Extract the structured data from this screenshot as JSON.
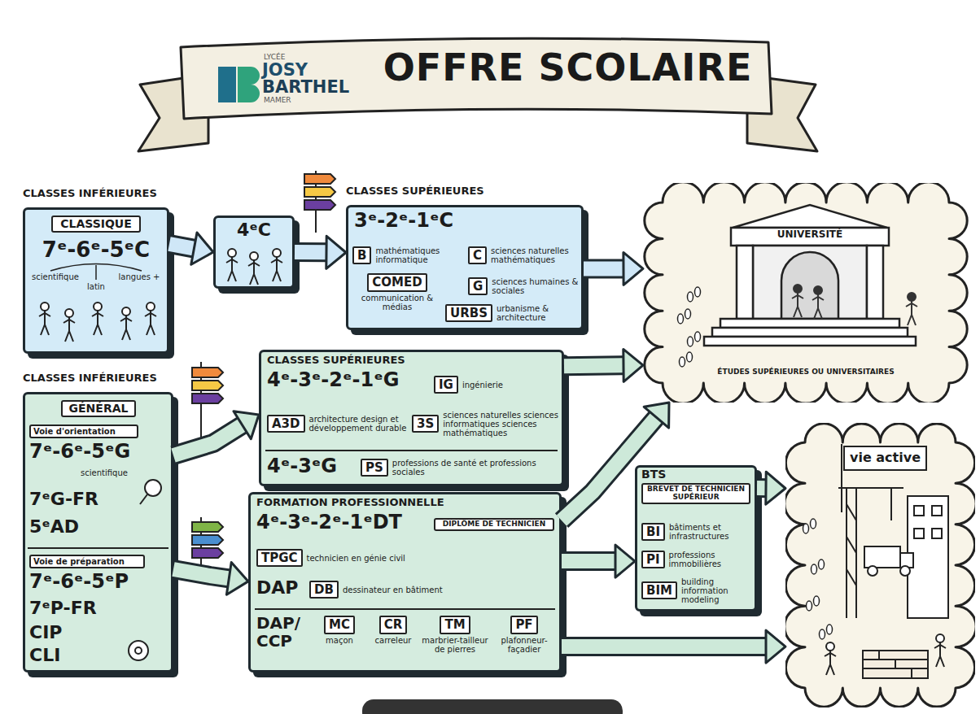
{
  "diagram": {
    "title": "OFFRE SCOLAIRE",
    "nodes": [
      {
        "text": [
          "CLASSES INFÉRIEURES",
          "CLASSIQUE",
          "7ᵉ-6ᵉ-5ᵉC",
          "scientifique",
          "latin",
          "langues +"
        ]
      },
      {
        "text": [
          "4ᵉC"
        ]
      },
      {
        "text": [
          "CLASSES SUPÉRIEURES",
          "3ᵉ-2ᵉ-1ᵉC"
        ]
      },
      {
        "text": [
          "B",
          "mathématiques informatique"
        ],
        "in": 2
      },
      {
        "text": [
          "C",
          "sciences naturelles mathématiques"
        ],
        "in": 2
      },
      {
        "text": [
          "COMED",
          "communication & médias"
        ],
        "in": 2
      },
      {
        "text": [
          "G",
          "sciences humaines & sociales"
        ],
        "in": 2
      },
      {
        "text": [
          "URBS",
          "urbanisme & architecture"
        ],
        "in": 2
      },
      {
        "text": [
          "UNIVERSITÉ",
          "ÉTUDES SUPÉRIEURES OU UNIVERSITAIRES"
        ]
      },
      {
        "text": [
          "CLASSES INFÉRIEURES",
          "GÉNÉRAL",
          "Voie d'orientation",
          "7ᵉ-6ᵉ-5ᵉG",
          "scientifique",
          "7ᵉG-FR",
          "5ᵉAD",
          "Voie de préparation",
          "7ᵉ-6ᵉ-5ᵉP",
          "7ᵉP-FR",
          "CIP",
          "CLI"
        ]
      },
      {
        "text": [
          "CLASSES SUPÉRIEURES",
          "4ᵉ-3ᵉ-2ᵉ-1ᵉG",
          "4ᵉ-3ᵉG"
        ]
      },
      {
        "text": [
          "IG",
          "ingénierie"
        ],
        "in": 10
      },
      {
        "text": [
          "A3D",
          "architecture design et développement durable"
        ],
        "in": 10
      },
      {
        "text": [
          "3S",
          "sciences naturelles sciences informatiques sciences mathématiques"
        ],
        "in": 10
      },
      {
        "text": [
          "PS",
          "professions de santé et professions sociales"
        ],
        "in": 10
      },
      {
        "text": [
          "FORMATION PROFESSIONNELLE",
          "4ᵉ-3ᵉ-2ᵉ-1ᵉDT",
          "DIPLÔME DE TECHNICIEN",
          "DAP",
          "DAP/ CCP"
        ]
      },
      {
        "text": [
          "TPGC",
          "technicien en génie civil"
        ],
        "in": 15
      },
      {
        "text": [
          "DB",
          "dessinateur en bâtiment"
        ],
        "in": 15
      },
      {
        "text": [
          "MC",
          "maçon"
        ],
        "in": 15
      },
      {
        "text": [
          "CR",
          "carreleur"
        ],
        "in": 15
      },
      {
        "text": [
          "TM",
          "marbrier-tailleur de pierres"
        ],
        "in": 15
      },
      {
        "text": [
          "PF",
          "plafonneur-façadier"
        ],
        "in": 15
      },
      {
        "text": [
          "BTS",
          "BREVET DE TECHNICIEN SUPÉRIEUR"
        ]
      },
      {
        "text": [
          "BI",
          "bâtiments et infrastructures"
        ],
        "in": 22
      },
      {
        "text": [
          "PI",
          "professions immobilières"
        ],
        "in": 22
      },
      {
        "text": [
          "BIM",
          "building information modeling"
        ],
        "in": 22
      },
      {
        "text": [
          "vie active"
        ]
      }
    ],
    "edges": [
      {
        "from": 0,
        "to": 1,
        "arrow": "to"
      },
      {
        "from": 1,
        "to": 2,
        "arrow": "to"
      },
      {
        "from": 2,
        "to": 8,
        "arrow": "to"
      },
      {
        "from": 9,
        "to": 10,
        "arrow": "to"
      },
      {
        "from": 9,
        "to": 15,
        "arrow": "to"
      },
      {
        "from": 10,
        "to": 8,
        "arrow": "to"
      },
      {
        "from": 15,
        "to": 8,
        "arrow": "to"
      },
      {
        "from": 15,
        "to": 22,
        "arrow": "to"
      },
      {
        "from": 15,
        "to": 26,
        "arrow": "to"
      },
      {
        "from": 22,
        "to": 26,
        "arrow": "to"
      }
    ],
    "labels": [
      "LYCÉE",
      "JOSY",
      "BARTHEL",
      "MAMER"
    ]
  }
}
